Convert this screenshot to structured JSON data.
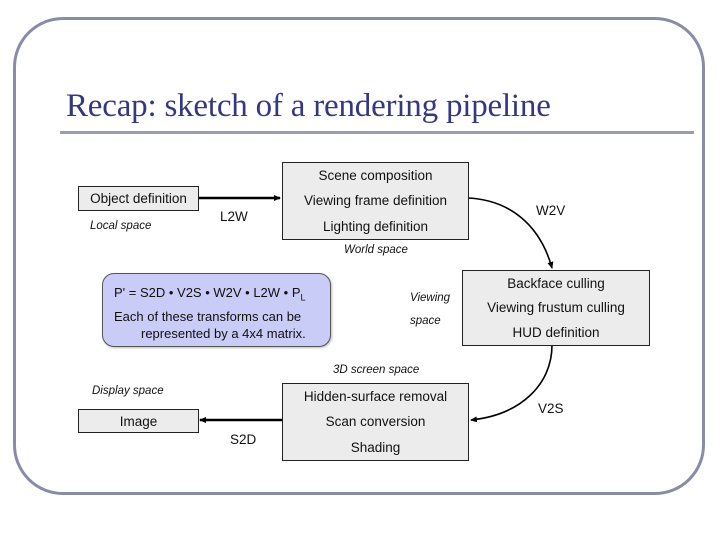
{
  "slide": {
    "title": "Recap: sketch of a rendering pipeline"
  },
  "boxes": {
    "object": {
      "lines": [
        "Object definition"
      ],
      "space_label": "Local space"
    },
    "world": {
      "lines": [
        "Scene composition",
        "Viewing frame definition",
        "Lighting definition"
      ],
      "space_label": "World space"
    },
    "viewing": {
      "lines": [
        "Backface culling",
        "Viewing frustum culling",
        "HUD definition"
      ],
      "space_label_line1": "Viewing",
      "space_label_line2": "space"
    },
    "screen": {
      "lines": [
        "Hidden-surface removal",
        "Scan conversion",
        "Shading"
      ],
      "space_label": "3D screen space"
    },
    "image": {
      "lines": [
        "Image"
      ],
      "space_label": "Display space"
    }
  },
  "transforms": {
    "l2w": "L2W",
    "w2v": "W2V",
    "v2s": "V2S",
    "s2d": "S2D"
  },
  "formula": {
    "equation": "P' = S2D • V2S • W2V • L2W • P",
    "subscript": "L",
    "note_line1": "Each of these transforms can be",
    "note_line2": "represented by a 4x4 matrix."
  },
  "colors": {
    "title": "#353780",
    "frame_border": "#8a8ba6",
    "box_fill": "#ececec",
    "formula_fill": "#c9ccf7"
  }
}
